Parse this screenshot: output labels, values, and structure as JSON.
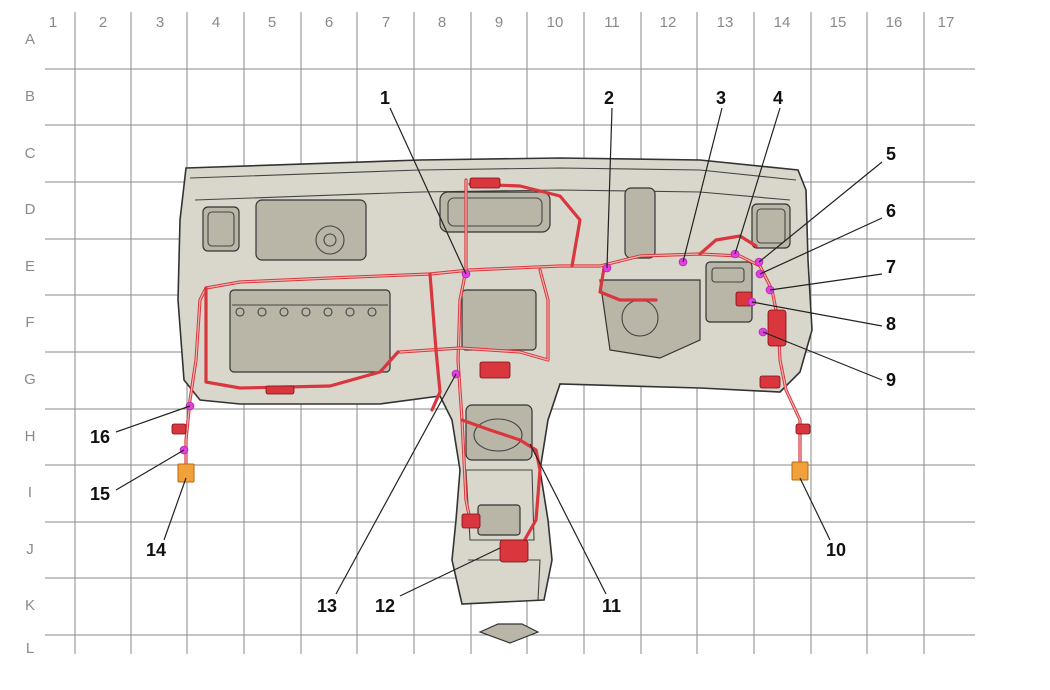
{
  "grid": {
    "columns": [
      "1",
      "2",
      "3",
      "4",
      "5",
      "6",
      "7",
      "8",
      "9",
      "10",
      "11",
      "12",
      "13",
      "14",
      "15",
      "16",
      "17"
    ],
    "rows": [
      "A",
      "B",
      "C",
      "D",
      "E",
      "F",
      "G",
      "H",
      "I",
      "J",
      "K",
      "L"
    ]
  },
  "callouts": [
    "1",
    "2",
    "3",
    "4",
    "5",
    "6",
    "7",
    "8",
    "9",
    "10",
    "11",
    "12",
    "13",
    "14",
    "15",
    "16"
  ],
  "colors": {
    "grid": "#8a8a8a",
    "harness": "#d9363e",
    "connector_point": "#e040e0",
    "end_connector": "#f2a03a",
    "dashboard": "#d9d7cc"
  }
}
